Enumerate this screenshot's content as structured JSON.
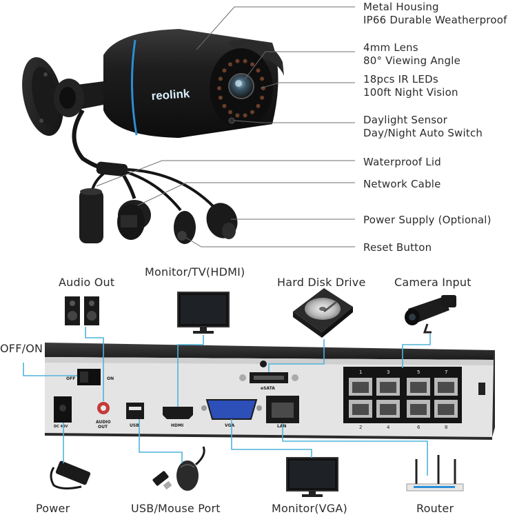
{
  "camera": {
    "brand": "reolink",
    "callouts": [
      {
        "line1": "Metal Housing",
        "line2": "IP66 Durable Weatherproof"
      },
      {
        "line1": "4mm Lens",
        "line2": "80° Viewing Angle"
      },
      {
        "line1": "18pcs IR LEDs",
        "line2": "100ft Night Vision"
      },
      {
        "line1": "Daylight Sensor",
        "line2": "Day/Night Auto Switch"
      },
      {
        "line1": "Waterproof Lid"
      },
      {
        "line1": "Network Cable"
      },
      {
        "line1": "Power Supply (Optional)"
      },
      {
        "line1": "Reset Button"
      }
    ]
  },
  "nvr": {
    "top_labels": {
      "audio_out": "Audio Out",
      "monitor_hdmi": "Monitor/TV(HDMI)",
      "hard_disk": "Hard Disk Drive",
      "camera_input": "Camera Input"
    },
    "side_label": "OFF/ON",
    "bottom_labels": {
      "power": "Power",
      "usb_mouse": "USB/Mouse Port",
      "monitor_vga": "Monitor(VGA)",
      "router": "Router"
    },
    "panel": {
      "off": "OFF",
      "on": "ON",
      "dc": "DC 48V",
      "audio": "AUDIO",
      "audio_out": "OUT",
      "usb": "USB",
      "hdmi": "HDMI",
      "vga": "VGA",
      "esata": "eSATA",
      "lan": "LAN",
      "ports_top": [
        "1",
        "3",
        "5",
        "7"
      ],
      "ports_bottom": [
        "2",
        "4",
        "6",
        "8"
      ]
    }
  },
  "colors": {
    "callout_line": "#6e6e6e",
    "connector_line": "#4fb3dc",
    "nvr_body": "#2b2b2b",
    "panel": "#e4e4e4",
    "camera_accent": "#2a8fd6"
  }
}
